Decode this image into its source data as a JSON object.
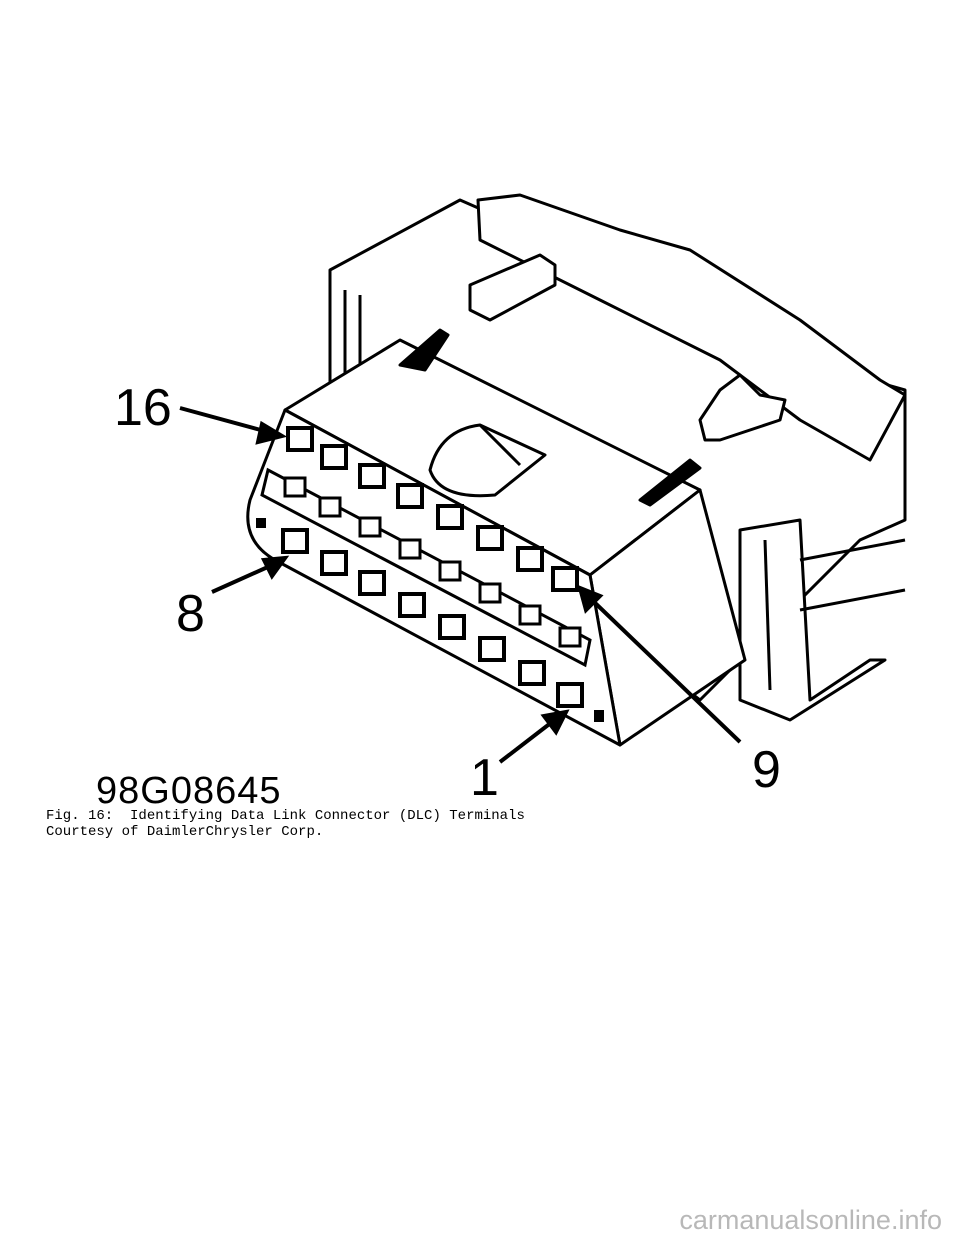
{
  "figure": {
    "pin_labels": {
      "pin16": "16",
      "pin8": "8",
      "pin1": "1",
      "pin9": "9"
    },
    "code": "98G08645"
  },
  "caption": {
    "line1": "Fig. 16:  Identifying Data Link Connector (DLC) Terminals",
    "line2": "Courtesy of DaimlerChrysler Corp."
  },
  "watermark": "carmanualsonline.info"
}
